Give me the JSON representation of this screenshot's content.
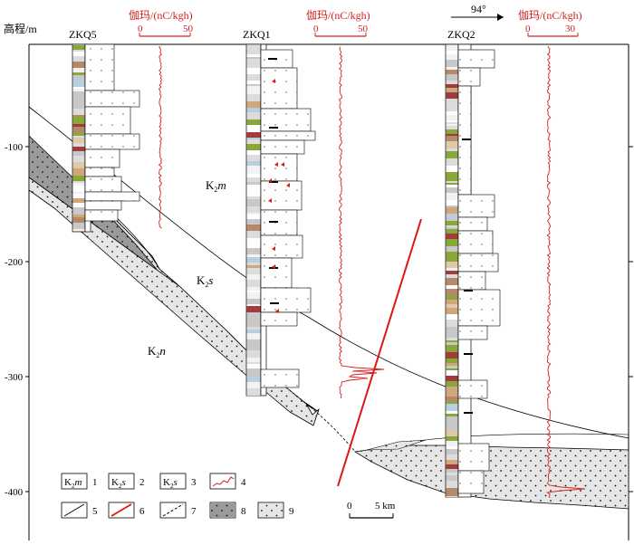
{
  "axis": {
    "ylabel": "高程/m",
    "ticks": [
      {
        "value": -100,
        "label": "-100"
      },
      {
        "value": -200,
        "label": "-200"
      },
      {
        "value": -300,
        "label": "-300"
      },
      {
        "value": -400,
        "label": "-400"
      }
    ]
  },
  "wells": [
    {
      "name": "ZKQ5",
      "gamma_label": "伽玛/(nC/kgh)",
      "gamma_min": "0",
      "gamma_max": "50"
    },
    {
      "name": "ZKQ1",
      "gamma_label": "伽玛/(nC/kgh)",
      "gamma_min": "0",
      "gamma_max": "50"
    },
    {
      "name": "ZKQ2",
      "gamma_label": "伽玛/(nC/kgh)",
      "gamma_min": "0",
      "gamma_max": "30"
    }
  ],
  "azimuth": "94°",
  "formations": [
    {
      "id": "K2m",
      "base": "K",
      "sub": "2",
      "suffix": "m"
    },
    {
      "id": "K2s",
      "base": "K",
      "sub": "2",
      "suffix": "s"
    },
    {
      "id": "K2n",
      "base": "K",
      "sub": "2",
      "suffix": "n"
    }
  ],
  "scale_bar": {
    "start": "0",
    "end": "5 km"
  },
  "legend": [
    {
      "num": "1",
      "type": "formation",
      "base": "K",
      "sub": "2",
      "suffix": "m"
    },
    {
      "num": "2",
      "type": "formation",
      "base": "K",
      "sub": "2",
      "suffix": "s"
    },
    {
      "num": "3",
      "type": "formation",
      "base": "K",
      "sub": "2",
      "suffix": "s"
    },
    {
      "num": "4",
      "type": "gamma-curve"
    },
    {
      "num": "5",
      "type": "boundary"
    },
    {
      "num": "6",
      "type": "fault"
    },
    {
      "num": "7",
      "type": "inferred"
    },
    {
      "num": "8",
      "type": "dark-sand"
    },
    {
      "num": "9",
      "type": "light-sand"
    }
  ],
  "colors": {
    "gamma": "#d42020",
    "fault": "#e01515",
    "dark_sand": "#9a9a9a",
    "light_sand": "#e6e6e6"
  }
}
